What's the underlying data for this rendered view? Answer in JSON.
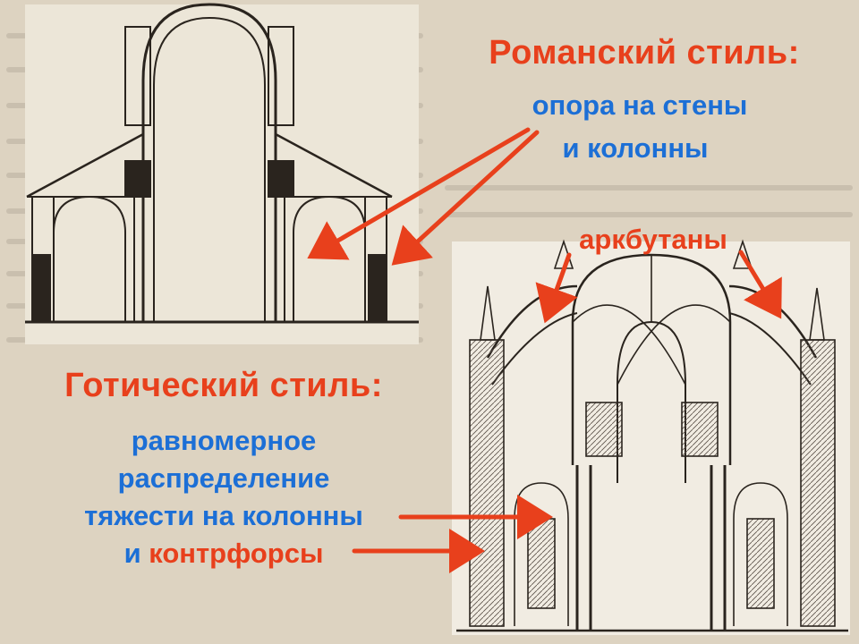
{
  "romanesque": {
    "title": "Романский стиль:",
    "line1": "опора на стены",
    "line2": "и колонны"
  },
  "flying_buttress_label": "аркбутаны",
  "gothic": {
    "title": "Готический стиль:",
    "line1": "равномерное",
    "line2": "распределение",
    "line3": "тяжести на колонны",
    "line4_conj": "и ",
    "line4_term": "контрфорсы"
  },
  "colors": {
    "title_red": "#e8401c",
    "text_blue": "#1c6fd6",
    "arrow_red": "#e8401c",
    "paper": "#e2d8c6",
    "ink": "#2a241e"
  }
}
